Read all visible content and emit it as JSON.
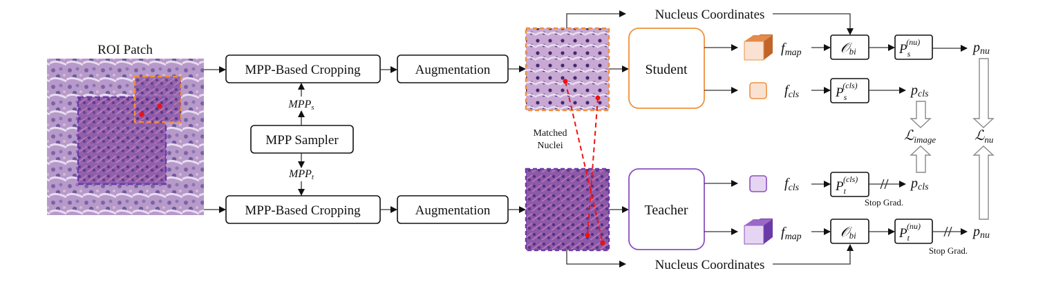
{
  "roi": {
    "title": "ROI Patch"
  },
  "cropping": {
    "top_label": "MPP-Based Cropping",
    "bottom_label": "MPP-Based Cropping"
  },
  "sampler": {
    "label": "MPP Sampler",
    "mpp_s": {
      "base": "MPP",
      "sub": "s"
    },
    "mpp_t": {
      "base": "MPP",
      "sub": "t"
    }
  },
  "augmentation": {
    "top_label": "Augmentation",
    "bottom_label": "Augmentation"
  },
  "matched": {
    "line1": "Matched",
    "line2": "Nuclei"
  },
  "student": {
    "label": "Student",
    "color": "#f0903c"
  },
  "teacher": {
    "label": "Teacher",
    "color": "#8a4fc0"
  },
  "nucleus_coords": {
    "top": "Nucleus Coordinates",
    "bottom": "Nucleus Coordinates"
  },
  "math": {
    "f": "f",
    "map": "map",
    "cls": "cls",
    "O": "𝒪",
    "bi": "bi",
    "P": "P",
    "s": "s",
    "t": "t",
    "nu_sup": "(nu)",
    "cls_sup": "(cls)",
    "p": "p",
    "nu": "nu",
    "L": "ℒ",
    "image": "image"
  },
  "stop_grad": {
    "cls": "Stop Grad.",
    "nu": "Stop Grad."
  }
}
